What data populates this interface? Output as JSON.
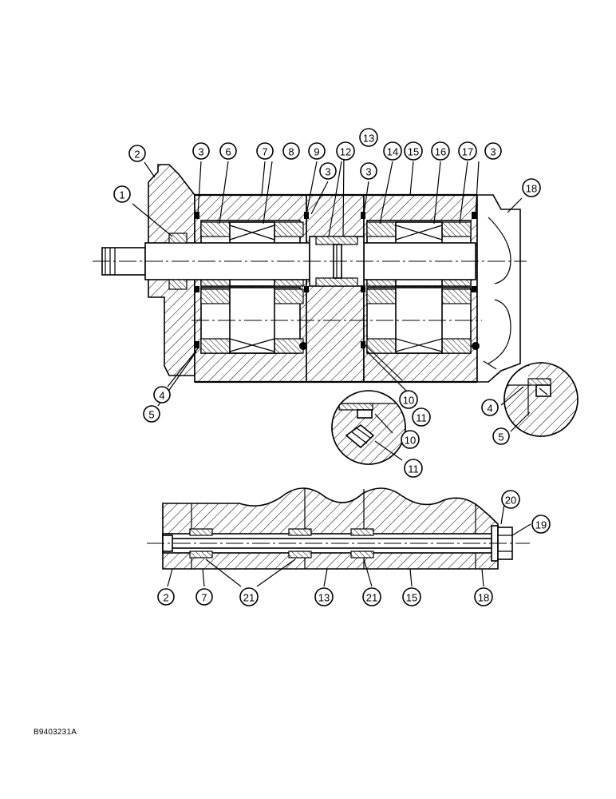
{
  "figure_ref": "B9403231A",
  "callouts": [
    {
      "id": "c-2-top",
      "label": "2"
    },
    {
      "id": "c-3-a",
      "label": "3"
    },
    {
      "id": "c-6",
      "label": "6"
    },
    {
      "id": "c-7-top",
      "label": "7"
    },
    {
      "id": "c-8",
      "label": "8"
    },
    {
      "id": "c-9",
      "label": "9"
    },
    {
      "id": "c-13-top",
      "label": "13"
    },
    {
      "id": "c-12",
      "label": "12"
    },
    {
      "id": "c-14",
      "label": "14"
    },
    {
      "id": "c-15-top",
      "label": "15"
    },
    {
      "id": "c-16",
      "label": "16"
    },
    {
      "id": "c-17",
      "label": "17"
    },
    {
      "id": "c-3-d",
      "label": "3"
    },
    {
      "id": "c-3-b",
      "label": "3"
    },
    {
      "id": "c-3-c",
      "label": "3"
    },
    {
      "id": "c-18-top",
      "label": "18"
    },
    {
      "id": "c-1",
      "label": "1"
    },
    {
      "id": "c-4-left",
      "label": "4"
    },
    {
      "id": "c-5-left",
      "label": "5"
    },
    {
      "id": "c-10-a",
      "label": "10"
    },
    {
      "id": "c-11-a",
      "label": "11"
    },
    {
      "id": "c-10-b",
      "label": "10"
    },
    {
      "id": "c-11-b",
      "label": "11"
    },
    {
      "id": "c-4-right",
      "label": "4"
    },
    {
      "id": "c-5-right",
      "label": "5"
    },
    {
      "id": "c-20",
      "label": "20"
    },
    {
      "id": "c-19",
      "label": "19"
    },
    {
      "id": "c-2-bot",
      "label": "2"
    },
    {
      "id": "c-7-bot",
      "label": "7"
    },
    {
      "id": "c-21-a",
      "label": "21"
    },
    {
      "id": "c-13-bot",
      "label": "13"
    },
    {
      "id": "c-21-b",
      "label": "21"
    },
    {
      "id": "c-15-bot",
      "label": "15"
    },
    {
      "id": "c-18-bot",
      "label": "18"
    }
  ]
}
